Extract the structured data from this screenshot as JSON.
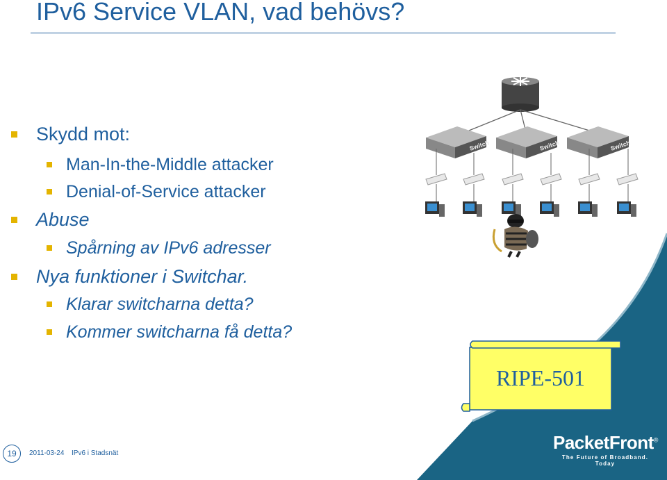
{
  "slide": {
    "title": "IPv6 Service VLAN, vad behövs?",
    "bullets": [
      {
        "level": 1,
        "text": "Skydd mot:"
      },
      {
        "level": 2,
        "text": "Man-In-the-Middle attacker"
      },
      {
        "level": 2,
        "text": "Denial-of-Service attacker"
      },
      {
        "level": 1,
        "text": "Abuse"
      },
      {
        "level": 2,
        "text": "Spårning av IPv6 adresser"
      },
      {
        "level": 1,
        "text": "Nya funktioner i Switchar."
      },
      {
        "level": 2,
        "text": "Klarar switcharna detta?"
      },
      {
        "level": 2,
        "text": "Kommer switcharna få detta?"
      }
    ]
  },
  "diagram": {
    "switch_labels": [
      "Switch",
      "Switch",
      "Switch"
    ],
    "node_icons": [
      "router-icon",
      "switch-icon",
      "phone-icon",
      "computer-icon",
      "thief-icon"
    ]
  },
  "callout": {
    "text": "RIPE-501"
  },
  "footer": {
    "page_number": "19",
    "date": "2011-03-24",
    "text": "IPv6 i Stadsnät",
    "logo": "PacketFront",
    "logo_mark": "®",
    "tagline": "The Future of Broadband. Today"
  },
  "colors": {
    "title": "#1f5f9e",
    "bullet_marker": "#e4b400",
    "wave": "#1a6484",
    "callout_fill": "#ffff66",
    "callout_border": "#1f5f9e"
  }
}
